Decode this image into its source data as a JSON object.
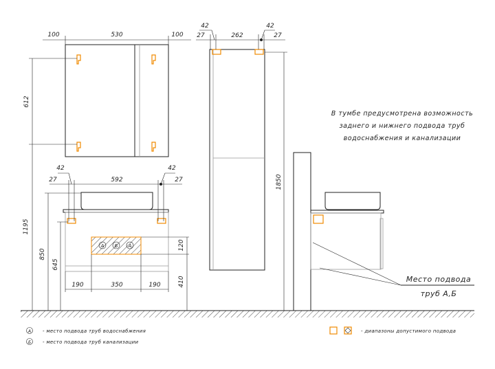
{
  "dimensions": {
    "mirror_top": [
      "100",
      "530",
      "100"
    ],
    "mirror_height": "612",
    "tall_top_pipe": [
      "42",
      "42"
    ],
    "tall_top": [
      "27",
      "262",
      "27"
    ],
    "tall_height": "1850",
    "vanity_pipe": [
      "42",
      "42"
    ],
    "vanity_top": [
      "27",
      "592",
      "27"
    ],
    "heights": [
      "1195",
      "850",
      "645"
    ],
    "zone_height": "120",
    "zone_floor": "410",
    "zone_width": [
      "190",
      "350",
      "190"
    ]
  },
  "zone_markers": [
    "А",
    "Б",
    "А"
  ],
  "note": [
    "В тумбе предусмотрена возможность",
    "заднего и нижнего подвода труб",
    "водоснабжения и канализации"
  ],
  "callout": [
    "Место подвода",
    "труб А,Б"
  ],
  "legend": {
    "a_symbol": "А",
    "a_text": "- место подвода труб водоснабжения",
    "b_symbol": "Б",
    "b_text": "- место подвода труб канализации",
    "range_text": "- диапазоны допустимого подвода"
  },
  "colors": {
    "accent": "#f08a00",
    "line": "#222222"
  }
}
